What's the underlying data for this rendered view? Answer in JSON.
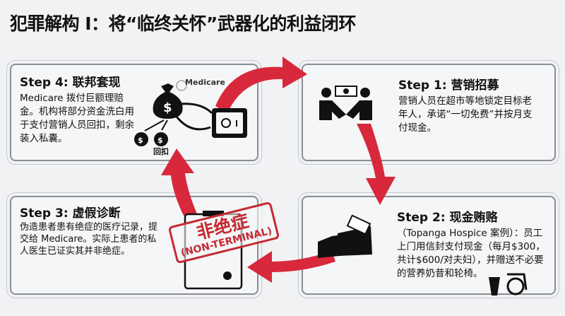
{
  "title": "犯罪解构 I：将“临终关怀”武器化的利益闭环",
  "colors": {
    "accent": "#d8283c",
    "text": "#111111",
    "panel_border": "#8a8d92"
  },
  "steps": [
    {
      "heading": "Step 1: 营销招募",
      "body": "营销人员在超市等地锁定目标老年人，承诺“一切免费”并按月支付现金。",
      "icon": "handshake-money-icon"
    },
    {
      "heading": "Step 2: 现金贿赂",
      "body": "（Topanga Hospice 案例）：员工上门用信封支付现金（每月$300，共计$600/对夫妇），并赠送不必要的营养奶昔和轮椅。",
      "icon": "envelope-cash-icon"
    },
    {
      "heading": "Step 3: 虚假诊断",
      "body": "伪造患者患有绝症的医疗记录，提交给 Medicare。实际上患者的私人医生已证实其并非绝症。",
      "icon": "clipboard-icon"
    },
    {
      "heading": "Step 4: 联邦套现",
      "body": "Medicare 拨付巨额理赔金。机构将部分资金洗白用于支付营销人员回扣，剩余装入私囊。",
      "icon": "money-bag-icon"
    }
  ],
  "labels": {
    "medicare": "Medicare",
    "kickback": "回扣",
    "stamp_cn": "非绝症",
    "stamp_en": "(NON-TERMINAL)",
    "dollar": "$"
  }
}
